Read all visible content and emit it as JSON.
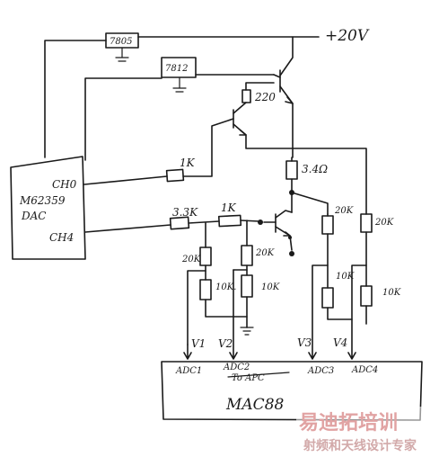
{
  "supply": {
    "label": "+20V"
  },
  "regulators": {
    "r1": "7805",
    "r2": "7812"
  },
  "dac": {
    "part": "M62359",
    "kind": "DAC",
    "ch0": "CH0",
    "ch4": "CH4"
  },
  "resistors": {
    "r220": "220",
    "r1k_top": "1K",
    "r34": "3.4Ω",
    "r33k": "3.3K",
    "r1k_mid": "1K",
    "r20k_a": "20K",
    "r10k_a": "10K.",
    "r20k_b": "20K",
    "r10k_b": "10K",
    "r20k_c": "20K",
    "r10k_c": "10K",
    "r20k_d": "20K",
    "r10k_d": "10K"
  },
  "voltages": {
    "v1": "V1",
    "v2": "V2",
    "v3": "V3",
    "v4": "V4"
  },
  "mcu": {
    "adc1": "ADC1",
    "adc2": "ADC2",
    "adc2_struck": "To APC",
    "adc3": "ADC3",
    "adc4": "ADC4",
    "name": "MAC88"
  },
  "watermark": {
    "cn_top": "易迪拓培训",
    "cn_bottom": "射频和天线设计专家"
  }
}
